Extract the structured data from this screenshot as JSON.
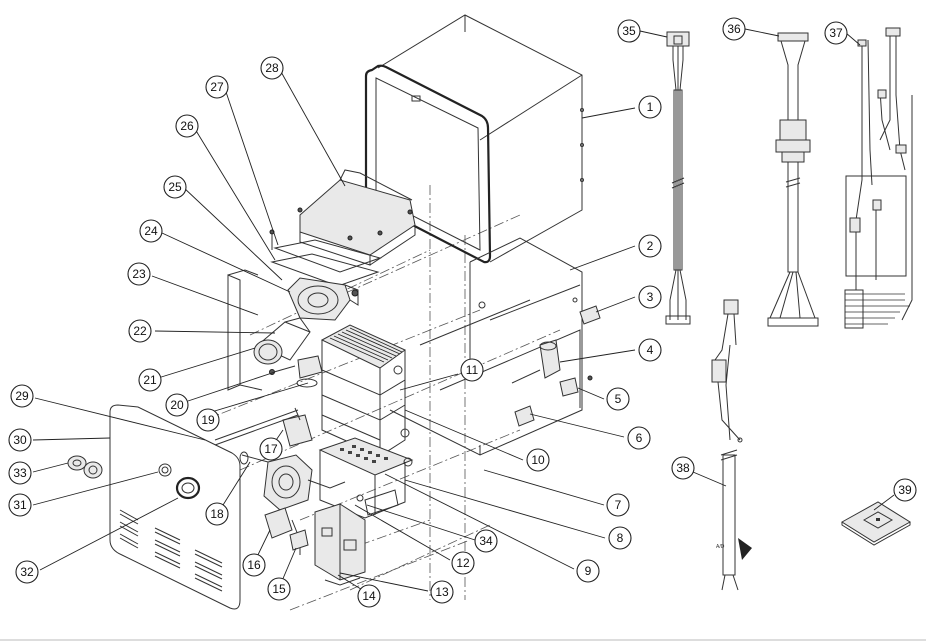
{
  "callouts": [
    "1",
    "2",
    "3",
    "4",
    "5",
    "6",
    "7",
    "8",
    "9",
    "10",
    "11",
    "12",
    "13",
    "14",
    "15",
    "16",
    "17",
    "18",
    "19",
    "20",
    "21",
    "22",
    "23",
    "24",
    "25",
    "26",
    "27",
    "28",
    "29",
    "30",
    "31",
    "32",
    "33",
    "34",
    "35",
    "36",
    "37",
    "38",
    "39"
  ],
  "harness_tag": "A/D"
}
